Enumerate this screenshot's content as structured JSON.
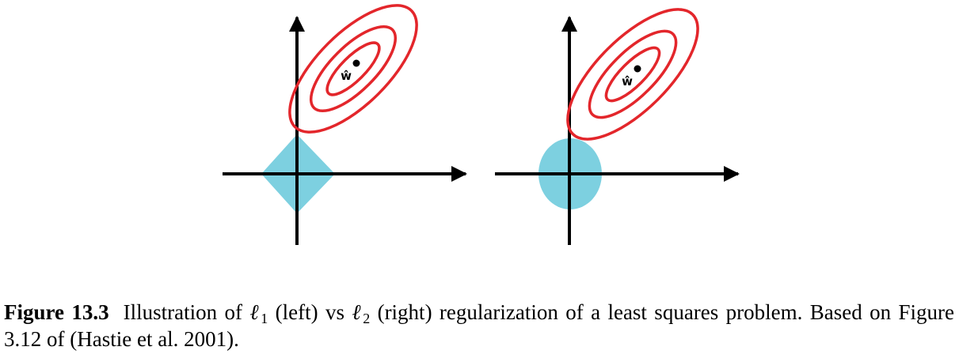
{
  "figure": {
    "estimate_label": "ŵ",
    "colors": {
      "contour": "#e3262b",
      "constraint": "#7dd0e0",
      "axis": "#000000"
    },
    "panels": [
      {
        "side": "left",
        "constraint": "diamond",
        "norm": "l1"
      },
      {
        "side": "right",
        "constraint": "disk",
        "norm": "l2"
      }
    ]
  },
  "caption": {
    "label": "Figure 13.3",
    "part1": "Illustration of ",
    "sym1": "ℓ",
    "sub1": "1",
    "part2": " (left) vs ",
    "sym2": "ℓ",
    "sub2": "2",
    "part3": " (right) regularization of a least squares problem. Based on Figure 3.12 of (Hastie et al. 2001)."
  }
}
